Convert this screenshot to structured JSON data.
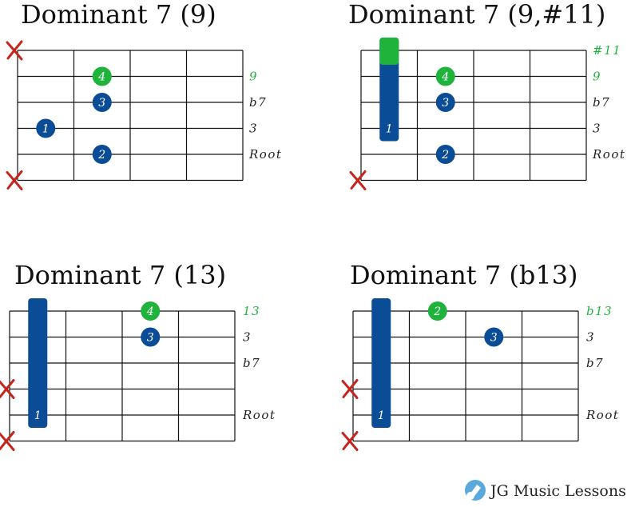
{
  "colors": {
    "blue": "#0b4c97",
    "green": "#1fb33c",
    "red": "#c4261d",
    "grid": "#111111",
    "text": "#222222"
  },
  "diagrams": [
    {
      "title": "Dominant 7 (9)",
      "labels": [
        {
          "text": "",
          "color": "text"
        },
        {
          "text": "9",
          "color": "green"
        },
        {
          "text": "b7",
          "color": "text"
        },
        {
          "text": "3",
          "color": "text"
        },
        {
          "text": "Root",
          "color": "text"
        },
        {
          "text": "",
          "color": "text"
        }
      ],
      "muted": [
        0,
        5
      ],
      "barres": [],
      "dots": [
        {
          "string": 1,
          "fret": 2,
          "finger": "4",
          "color": "green"
        },
        {
          "string": 2,
          "fret": 2,
          "finger": "3",
          "color": "blue"
        },
        {
          "string": 3,
          "fret": 1,
          "finger": "1",
          "color": "blue"
        },
        {
          "string": 4,
          "fret": 2,
          "finger": "2",
          "color": "blue"
        }
      ]
    },
    {
      "title": "Dominant 7 (9,#11)",
      "labels": [
        {
          "text": "#11",
          "color": "green"
        },
        {
          "text": "9",
          "color": "green"
        },
        {
          "text": "b7",
          "color": "text"
        },
        {
          "text": "3",
          "color": "text"
        },
        {
          "text": "Root",
          "color": "text"
        },
        {
          "text": "",
          "color": "text"
        }
      ],
      "muted": [
        5
      ],
      "barres": [
        {
          "fret": 1,
          "from": 0,
          "to": 3,
          "finger": "1",
          "green_top": true
        }
      ],
      "dots": [
        {
          "string": 1,
          "fret": 2,
          "finger": "4",
          "color": "green"
        },
        {
          "string": 2,
          "fret": 2,
          "finger": "3",
          "color": "blue"
        },
        {
          "string": 4,
          "fret": 2,
          "finger": "2",
          "color": "blue"
        }
      ]
    },
    {
      "title": "Dominant 7 (13)",
      "labels": [
        {
          "text": "13",
          "color": "green"
        },
        {
          "text": "3",
          "color": "text"
        },
        {
          "text": "b7",
          "color": "text"
        },
        {
          "text": "",
          "color": "text"
        },
        {
          "text": "Root",
          "color": "text"
        },
        {
          "text": "",
          "color": "text"
        }
      ],
      "muted": [
        3,
        5
      ],
      "barres": [
        {
          "fret": 1,
          "from": 0,
          "to": 4,
          "finger": "1",
          "green_top": false
        }
      ],
      "dots": [
        {
          "string": 0,
          "fret": 3,
          "finger": "4",
          "color": "green"
        },
        {
          "string": 1,
          "fret": 3,
          "finger": "3",
          "color": "blue"
        }
      ]
    },
    {
      "title": "Dominant 7 (b13)",
      "labels": [
        {
          "text": "b13",
          "color": "green"
        },
        {
          "text": "3",
          "color": "text"
        },
        {
          "text": "b7",
          "color": "text"
        },
        {
          "text": "",
          "color": "text"
        },
        {
          "text": "Root",
          "color": "text"
        },
        {
          "text": "",
          "color": "text"
        }
      ],
      "muted": [
        3,
        5
      ],
      "barres": [
        {
          "fret": 1,
          "from": 0,
          "to": 4,
          "finger": "1",
          "green_top": false
        }
      ],
      "dots": [
        {
          "string": 0,
          "fret": 2,
          "finger": "2",
          "color": "green"
        },
        {
          "string": 1,
          "fret": 3,
          "finger": "3",
          "color": "blue"
        }
      ]
    }
  ],
  "brand": {
    "name": "JG Music Lessons",
    "logo_icon": "guitar-pick-icon"
  }
}
